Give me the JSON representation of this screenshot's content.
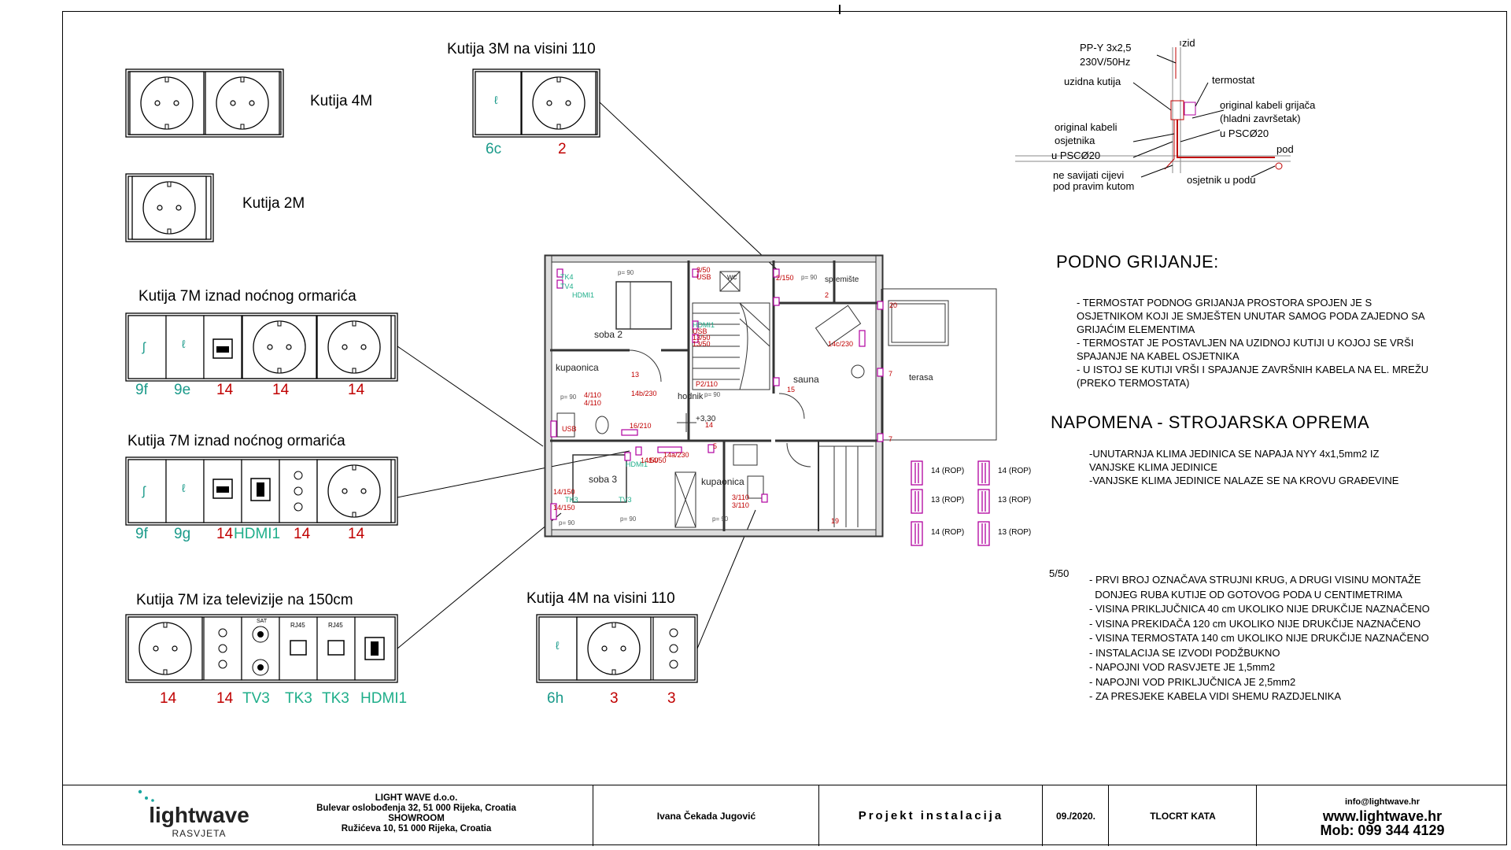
{
  "boxes": {
    "k4m_label": "Kutija 4M",
    "k2m_label": "Kutija 2M",
    "k3m_title": "Kutija 3M na visini 110",
    "k3m_codes": [
      "6c",
      "2"
    ],
    "k7m_a_title": "Kutija 7M iznad noćnog ormarića",
    "k7m_a_codes": [
      "9f",
      "9e",
      "14",
      "14",
      "14"
    ],
    "k7m_b_title": "Kutija 7M iznad noćnog ormarića",
    "k7m_b_codes": [
      "9f",
      "9g",
      "14",
      "HDMI1",
      "14",
      "14"
    ],
    "k7m_c_title": "Kutija 7M iza televizije na 150cm",
    "k7m_c_codes": [
      "14",
      "14",
      "TV3",
      "TK3",
      "TK3",
      "HDMI1"
    ],
    "k7m_c_port_labels": [
      "SAT",
      "RJ45",
      "RJ45"
    ],
    "k4m_110_title": "Kutija 4M na visini 110",
    "k4m_110_codes": [
      "6h",
      "3",
      "3"
    ]
  },
  "detail": {
    "cable": "PP-Y 3x2,5",
    "voltage": "230V/50Hz",
    "zid": "zid",
    "uzidna": "uzidna kutija",
    "termostat": "termostat",
    "orig_grijaca_1": "original kabeli grijača",
    "orig_grijaca_2": "(hladni završetak)",
    "orig_grijaca_3": "u PSCØ20",
    "orig_osj_1": "original kabeli",
    "orig_osj_2": "osjetnika",
    "orig_osj_3": "u PSCØ20",
    "pod": "pod",
    "savijati_1": "ne savijati cijevi",
    "savijati_2": "pod pravim kutom",
    "osjetnik_podu": "osjetnik u podu"
  },
  "notes": {
    "podno_title": "PODNO GRIJANJE:",
    "podno_lines": [
      "- TERMOSTAT PODNOG GRIJANJA PROSTORA SPOJEN JE S",
      "OSJETNIKOM  KOJI JE SMJEŠTEN UNUTAR SAMOG PODA ZAJEDNO SA",
      "GRIJAĆIM ELEMENTIMA",
      "- TERMOSTAT JE POSTAVLJEN NA UZIDNOJ KUTIJI U KOJOJ SE VRŠI",
      "SPAJANJE NA KABEL OSJETNIKA",
      "- U ISTOJ SE KUTIJI VRŠI I SPAJANJE ZAVRŠNIH KABELA NA EL. MREŽU",
      "(PREKO TERMOSTATA)"
    ],
    "napomena_title": "NAPOMENA - STROJARSKA OPREMA",
    "napomena_lines": [
      "-UNUTARNJA KLIMA JEDINICA SE NAPAJA NYY 4x1,5mm2 IZ",
      "VANJSKE  KLIMA JEDINICE",
      "-VANJSKE KLIMA JEDINICE NALAZE SE NA KROVU GRAĐEVINE"
    ],
    "example_code": "5/50",
    "general_lines": [
      "- PRVI BROJ OZNAČAVA STRUJNI KRUG, A DRUGI VISINU MONTAŽE",
      "  DONJEG RUBA KUTIJE OD GOTOVOG PODA U CENTIMETRIMA",
      "- VISINA PRIKLJUČNICA 40 cm UKOLIKO NIJE DRUKČIJE NAZNAČENO",
      "- VISINA PREKIDAČA 120 cm UKOLIKO NIJE DRUKČIJE NAZNAČENO",
      "- VISINA TERMOSTATA 140 cm UKOLIKO NIJE DRUKČIJE NAZNAČENO",
      "- INSTALACIJA SE IZVODI PODŽBUKNO",
      "- NAPOJNI VOD RASVJETE JE 1,5mm2",
      "- NAPOJNI VOD PRIKLJUČNICA JE 2,5mm2",
      "- ZA PRESJEKE KABELA VIDI SHEMU RAZDJELNIKA"
    ]
  },
  "legend": {
    "items": [
      "14 (ROP)",
      "14 (ROP)",
      "13 (ROP)",
      "13 (ROP)",
      "14 (ROP)",
      "13 (ROP)"
    ]
  },
  "plan": {
    "rooms": [
      "soba 2",
      "kupaonica",
      "hodnik",
      "sauna",
      "spremište",
      "terasa",
      "soba 3",
      "kupaonica",
      "wc"
    ],
    "labels": [
      "p= 90",
      "p= 90",
      "p= 90",
      "p= 90",
      "p= 90",
      "p= 90",
      "p= 90",
      "+3,30",
      "14",
      "TK4",
      "TV4",
      "HDMI1",
      "3/50",
      "USB",
      "HDMI1",
      "USB",
      "13/50",
      "13/50",
      "2/150",
      "2",
      "14c/230",
      "13",
      "4/110",
      "4/110",
      "14b/230",
      "P2/110",
      "15",
      "16/210",
      "14a/230",
      "5",
      "3/110",
      "3/110",
      "19",
      "7",
      "7",
      "20",
      "HDMI1",
      "TV3",
      "TK3",
      "14/150",
      "14/150",
      "14/50",
      "14/50",
      "USB"
    ]
  },
  "titleblock": {
    "company": "LIGHT WAVE d.o.o.",
    "address1": "Bulevar oslobođenja 32, 51 000 Rijeka, Croatia",
    "showroom": "SHOWROOM",
    "address2": "Ružićeva 10, 51 000 Rijeka, Croatia",
    "logo_word": "lightwave",
    "logo_sub": "RASVJETA",
    "author": "Ivana Čekada Jugović",
    "project": "Projekt instalacija",
    "date": "09./2020.",
    "sheet": "TLOCRT KATA",
    "email": "info@lightwave.hr",
    "web": "www.lightwave.hr",
    "mob": "Mob: 099 344 4129"
  }
}
